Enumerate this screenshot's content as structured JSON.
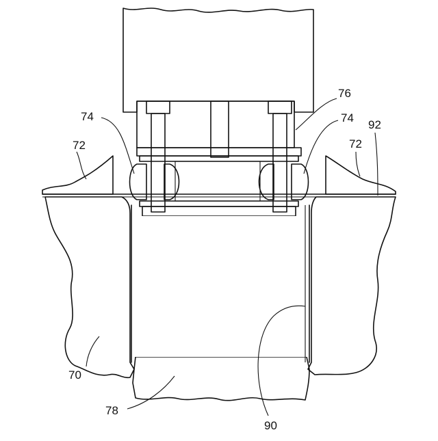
{
  "labels": {
    "ref_70": "70",
    "ref_72_left": "72",
    "ref_72_right": "72",
    "ref_74_left": "74",
    "ref_74_right": "74",
    "ref_76": "76",
    "ref_78": "78",
    "ref_90": "90",
    "ref_92": "92"
  },
  "colors": {
    "line": "#111111",
    "background": "#ffffff",
    "seal_fill": "#d9d9d9"
  }
}
